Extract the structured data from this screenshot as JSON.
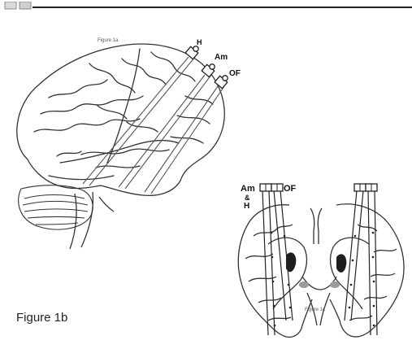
{
  "figure": {
    "label": "Figure 1b"
  },
  "lateral_view": {
    "caption": "Figure 1a",
    "electrodes": [
      "H",
      "Am",
      "OF"
    ]
  },
  "coronal_view": {
    "caption": "Figure 1c",
    "electrodes": [
      "Am",
      "&",
      "H",
      "OF"
    ]
  }
}
